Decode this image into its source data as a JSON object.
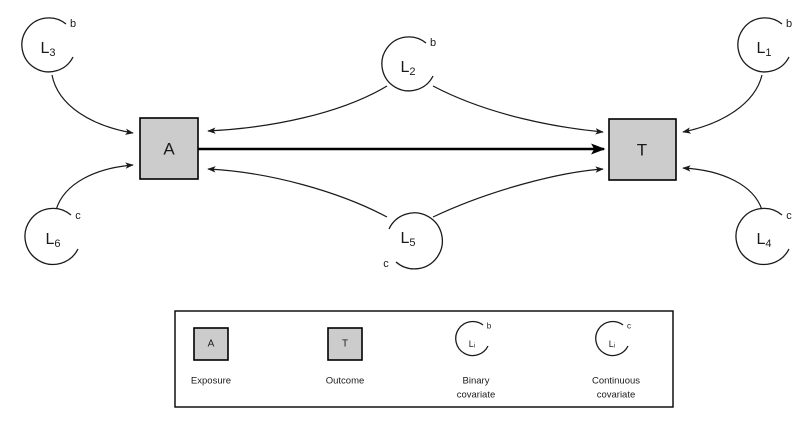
{
  "diagram": {
    "type": "causal-dag",
    "nodes": {
      "exposure": {
        "id": "A",
        "label": "A",
        "shape": "square",
        "fill": "#cccccc"
      },
      "outcome": {
        "id": "T",
        "label": "T",
        "shape": "square",
        "fill": "#cccccc"
      },
      "covariates": [
        {
          "id": "L3",
          "label": "L",
          "subscript": "3",
          "type_tag": "b",
          "covariate_type": "binary",
          "targets": [
            "A"
          ]
        },
        {
          "id": "L2",
          "label": "L",
          "subscript": "2",
          "type_tag": "b",
          "covariate_type": "binary",
          "targets": [
            "A",
            "T"
          ]
        },
        {
          "id": "L1",
          "label": "L",
          "subscript": "1",
          "type_tag": "b",
          "covariate_type": "binary",
          "targets": [
            "T"
          ]
        },
        {
          "id": "L6",
          "label": "L",
          "subscript": "6",
          "type_tag": "c",
          "covariate_type": "continuous",
          "targets": [
            "A"
          ]
        },
        {
          "id": "L5",
          "label": "L",
          "subscript": "5",
          "type_tag": "c",
          "covariate_type": "continuous",
          "targets": [
            "A",
            "T"
          ]
        },
        {
          "id": "L4",
          "label": "L",
          "subscript": "4",
          "type_tag": "c",
          "covariate_type": "continuous",
          "targets": [
            "T"
          ]
        }
      ]
    },
    "edges": [
      {
        "from": "L3",
        "to": "A",
        "style": "curved"
      },
      {
        "from": "L2",
        "to": "A",
        "style": "curved"
      },
      {
        "from": "L2",
        "to": "T",
        "style": "curved"
      },
      {
        "from": "L1",
        "to": "T",
        "style": "curved"
      },
      {
        "from": "L6",
        "to": "A",
        "style": "curved"
      },
      {
        "from": "L5",
        "to": "A",
        "style": "curved"
      },
      {
        "from": "L5",
        "to": "T",
        "style": "curved"
      },
      {
        "from": "L4",
        "to": "T",
        "style": "curved"
      },
      {
        "from": "A",
        "to": "T",
        "style": "straight-thick"
      }
    ]
  },
  "legend": {
    "items": [
      {
        "key": "exposure",
        "glyph": "square",
        "glyph_label": "A",
        "glyph_tag": "",
        "caption_line1": "Exposure",
        "caption_line2": ""
      },
      {
        "key": "outcome",
        "glyph": "square",
        "glyph_label": "T",
        "glyph_tag": "",
        "caption_line1": "Outcome",
        "caption_line2": ""
      },
      {
        "key": "binary",
        "glyph": "circle",
        "glyph_label": "Lᵢ",
        "glyph_tag": "b",
        "caption_line1": "Binary",
        "caption_line2": "covariate"
      },
      {
        "key": "continuous",
        "glyph": "circle",
        "glyph_label": "Lᵢ",
        "glyph_tag": "c",
        "caption_line1": "Continuous",
        "caption_line2": "covariate"
      }
    ]
  },
  "colors": {
    "node_fill": "#cccccc",
    "stroke": "#1a1a1a",
    "background": "#ffffff"
  }
}
